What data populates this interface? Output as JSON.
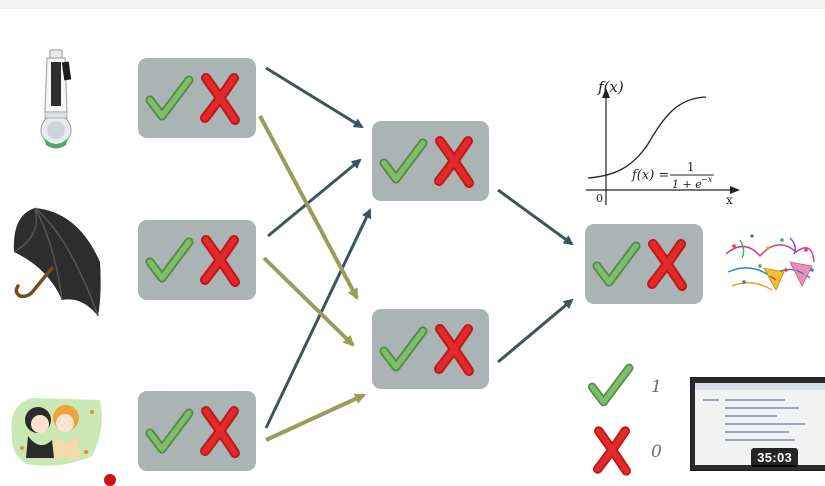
{
  "legend": {
    "check_value": "1",
    "cross_value": "0"
  },
  "sigmoid": {
    "y_axis_label": "f(x)",
    "x_axis_label": "x",
    "origin_label": "0",
    "formula_lhs": "f(x) =",
    "formula_numerator": "1",
    "formula_denominator": "1 + e",
    "formula_exponent": "−x"
  },
  "video_thumbnail": {
    "duration": "35:03"
  },
  "colors": {
    "node_fill": "#aab4b5",
    "check": "#74ad5f",
    "cross": "#d81e1e",
    "arrow_dark": "#3e545c",
    "arrow_olive": "#9a9c5a"
  },
  "icons": {
    "input_1": "water-bottle-icon",
    "input_2": "umbrella-icon",
    "input_3": "friends-icon",
    "output": "party-confetti-icon"
  }
}
